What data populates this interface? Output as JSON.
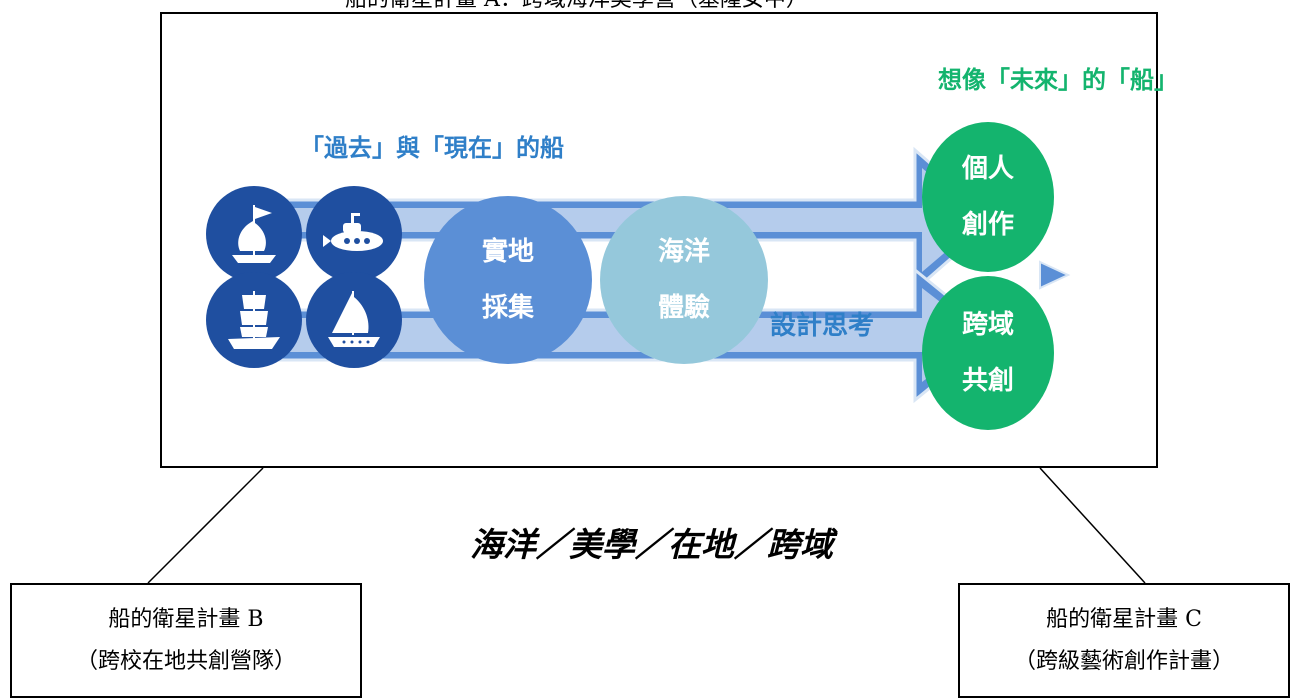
{
  "top_title": "船的衛星計畫 A：跨域海洋美學營（基隆女中）",
  "future_heading": "想像「未來」的「船」",
  "past_heading": "「過去」與「現在」的船",
  "icons": [
    "sailing-ship-icon",
    "submarine-icon",
    "junk-ship-icon",
    "sailboat-icon"
  ],
  "steps": [
    {
      "line1": "實地",
      "line2": "採集"
    },
    {
      "line1": "海洋",
      "line2": "體驗"
    }
  ],
  "design_label": "設計思考",
  "outcomes": [
    {
      "line1": "個人",
      "line2": "創作"
    },
    {
      "line1": "跨域",
      "line2": "共創"
    }
  ],
  "theme": "海洋／美學／在地／跨域",
  "plan_b": {
    "line1": "船的衛星計畫 B",
    "line2": "（跨校在地共創營隊）"
  },
  "plan_c": {
    "line1": "船的衛星計畫 C",
    "line2": "（跨級藝術創作計畫）"
  },
  "colors": {
    "icon_blue": "#1f4fa0",
    "step1_blue": "#5b8fd6",
    "step2_lightblue": "#95c8db",
    "outcome_green": "#14b46e",
    "heading_blue": "#2f7fc8",
    "arrow_blue": "#5b8fd6"
  }
}
